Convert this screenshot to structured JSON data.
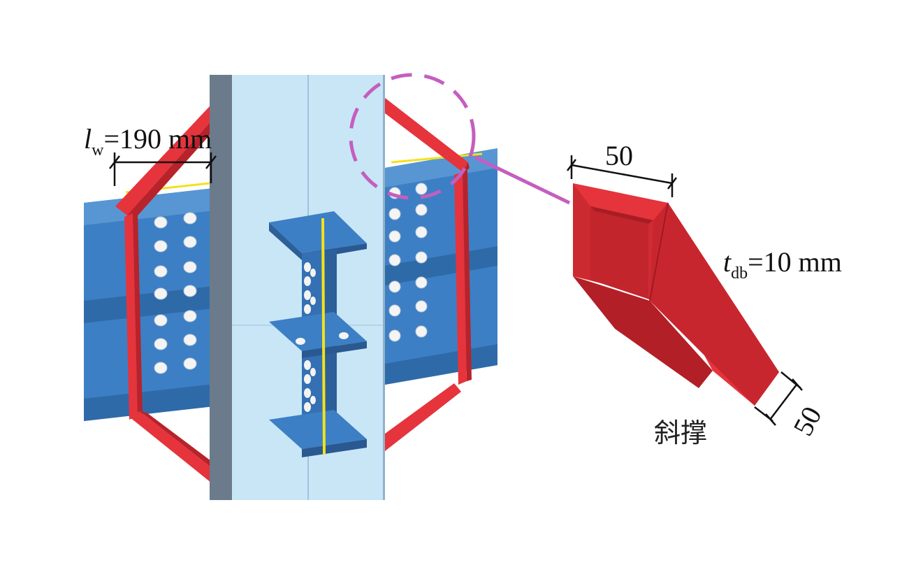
{
  "labels": {
    "lw_symbol": "l",
    "lw_subscript": "w",
    "lw_value": "=190 mm",
    "top_dim": "50",
    "tdb_symbol": "t",
    "tdb_subscript": "db",
    "tdb_value": "=10 mm",
    "side_dim": "50",
    "brace_caption": "斜撑"
  },
  "colors": {
    "beam_blue": "#3d7fc4",
    "beam_top": "#5796d3",
    "column_light": "#c9e6f7",
    "column_dark": "#6b7b8c",
    "brace_red": "#e5343c",
    "brace_dark": "#b8222a",
    "callout_magenta": "#c45ec0",
    "weld_yellow": "#f2e21c"
  }
}
